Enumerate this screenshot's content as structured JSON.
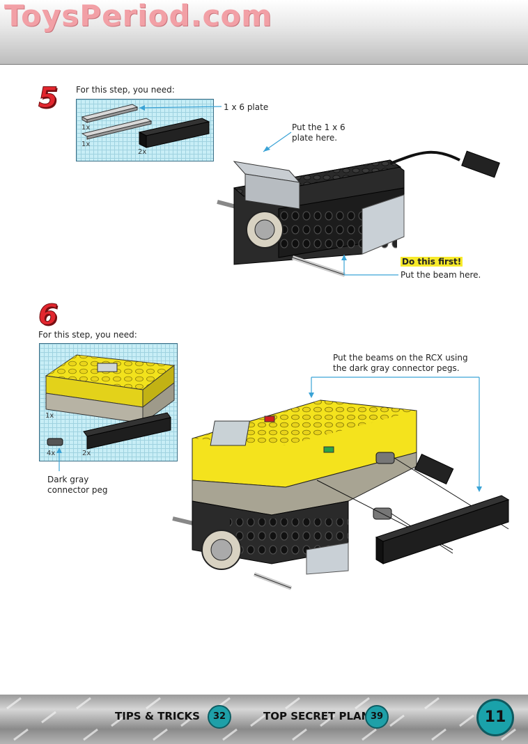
{
  "header": {
    "watermark": "ToysPeriod.com"
  },
  "step5": {
    "number": "5",
    "need_label": "For this step, you need:",
    "parts": [
      {
        "qty": "1x"
      },
      {
        "qty": "1x"
      },
      {
        "qty": "2x"
      }
    ],
    "callout_plate": "1 x 6 plate",
    "callout_put_plate_1": "Put the 1 x 6",
    "callout_put_plate_2": "plate here.",
    "do_first": "Do this first!",
    "put_beam": "Put the beam here."
  },
  "step6": {
    "number": "6",
    "need_label": "For this step, you need:",
    "parts": [
      {
        "qty": "1x"
      },
      {
        "qty": "4x"
      },
      {
        "qty": "2x"
      }
    ],
    "peg_label_1": "Dark gray",
    "peg_label_2": "connector peg",
    "callout_1": "Put the beams on the RCX using",
    "callout_2": "the dark gray connector pegs."
  },
  "footer": {
    "tips_label": "TIPS & TRICKS",
    "tips_page": "32",
    "secret_label": "TOP SECRET PLANS",
    "secret_page": "39",
    "page_number": "11"
  },
  "colors": {
    "step_number": "#e2262e",
    "callout_line": "#3aa3d6",
    "grid_bg": "#c8eef6",
    "highlight": "#f7ea2a",
    "footer_badge": "#1ea0a8"
  }
}
